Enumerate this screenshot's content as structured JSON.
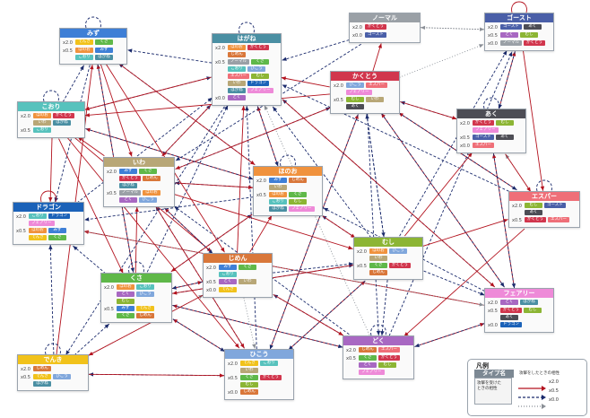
{
  "colors": {
    "strong": "#b3121e",
    "weak": "#1a2a6c",
    "none": "#8a8f96"
  },
  "labels": {
    "x20": "x2.0",
    "x05": "x0.5",
    "x00": "x0.0"
  },
  "types": {
    "mizu": {
      "name": "みず",
      "color": "#3e7fd6"
    },
    "hagane": {
      "name": "はがね",
      "color": "#4a8fa3"
    },
    "normal": {
      "name": "ノーマル",
      "color": "#9aa0a6"
    },
    "ghost": {
      "name": "ゴースト",
      "color": "#4a5fa8"
    },
    "kakutou": {
      "name": "かくとう",
      "color": "#d1364d"
    },
    "aku": {
      "name": "あく",
      "color": "#4d4d55"
    },
    "koori": {
      "name": "こおり",
      "color": "#57c2bd"
    },
    "iwa": {
      "name": "いわ",
      "color": "#b8a777"
    },
    "honoo": {
      "name": "ほのお",
      "color": "#f0923d"
    },
    "esper": {
      "name": "エスパー",
      "color": "#ef6f78"
    },
    "dragon": {
      "name": "ドラゴン",
      "color": "#1b62b8"
    },
    "jimen": {
      "name": "じめん",
      "color": "#d9773a"
    },
    "mushi": {
      "name": "むし",
      "color": "#8cb534"
    },
    "kusa": {
      "name": "くさ",
      "color": "#5fb849"
    },
    "fairy": {
      "name": "フェアリー",
      "color": "#ee8ad8"
    },
    "denki": {
      "name": "でんき",
      "color": "#f1c21b"
    },
    "hikou": {
      "name": "ひこう",
      "color": "#80a7dc"
    },
    "doku": {
      "name": "どく",
      "color": "#a868c2"
    }
  },
  "cards": [
    {
      "id": "mizu",
      "rows": [
        {
          "lab": "x20",
          "chips": [
            "denki",
            "kusa"
          ]
        },
        {
          "lab": "x05",
          "chips": [
            "honoo",
            "mizu",
            "koori",
            "hagane"
          ]
        }
      ]
    },
    {
      "id": "hagane",
      "rows": [
        {
          "lab": "x20",
          "chips": [
            "honoo",
            "kakutou",
            "jimen"
          ]
        },
        {
          "lab": "x05",
          "chips": [
            "normal",
            "kusa",
            "koori",
            "hikou",
            "esper",
            "mushi",
            "iwa",
            "dragon",
            "hagane",
            "fairy"
          ]
        },
        {
          "lab": "x00",
          "chips": [
            "doku"
          ]
        }
      ]
    },
    {
      "id": "normal",
      "rows": [
        {
          "lab": "x20",
          "chips": [
            "kakutou"
          ]
        },
        {
          "lab": "x00",
          "chips": [
            "ghost"
          ]
        }
      ]
    },
    {
      "id": "ghost",
      "rows": [
        {
          "lab": "x20",
          "chips": [
            "ghost",
            "aku"
          ]
        },
        {
          "lab": "x05",
          "chips": [
            "doku",
            "mushi"
          ]
        },
        {
          "lab": "x00",
          "chips": [
            "normal",
            "kakutou"
          ]
        }
      ]
    },
    {
      "id": "kakutou",
      "rows": [
        {
          "lab": "x20",
          "chips": [
            "hikou",
            "esper",
            "fairy"
          ]
        },
        {
          "lab": "x05",
          "chips": [
            "mushi",
            "iwa",
            "aku"
          ]
        }
      ]
    },
    {
      "id": "aku",
      "rows": [
        {
          "lab": "x20",
          "chips": [
            "kakutou",
            "mushi",
            "fairy"
          ]
        },
        {
          "lab": "x05",
          "chips": [
            "ghost",
            "aku"
          ]
        },
        {
          "lab": "x00",
          "chips": [
            "esper"
          ]
        }
      ]
    },
    {
      "id": "koori",
      "rows": [
        {
          "lab": "x20",
          "chips": [
            "honoo",
            "kakutou",
            "iwa",
            "hagane"
          ]
        },
        {
          "lab": "x05",
          "chips": [
            "koori"
          ]
        }
      ]
    },
    {
      "id": "iwa",
      "rows": [
        {
          "lab": "x20",
          "chips": [
            "mizu",
            "kusa",
            "kakutou",
            "jimen",
            "hagane"
          ]
        },
        {
          "lab": "x05",
          "chips": [
            "normal",
            "honoo",
            "doku",
            "hikou"
          ]
        }
      ]
    },
    {
      "id": "honoo",
      "rows": [
        {
          "lab": "x20",
          "chips": [
            "mizu",
            "jimen",
            "iwa"
          ]
        },
        {
          "lab": "x05",
          "chips": [
            "honoo",
            "kusa",
            "koori",
            "mushi",
            "hagane",
            "fairy"
          ]
        }
      ]
    },
    {
      "id": "esper",
      "rows": [
        {
          "lab": "x20",
          "chips": [
            "mushi",
            "ghost",
            "aku"
          ]
        },
        {
          "lab": "x05",
          "chips": [
            "kakutou",
            "esper"
          ]
        }
      ]
    },
    {
      "id": "dragon",
      "rows": [
        {
          "lab": "x20",
          "chips": [
            "koori",
            "dragon",
            "fairy"
          ]
        },
        {
          "lab": "x05",
          "chips": [
            "honoo",
            "mizu",
            "denki",
            "kusa"
          ]
        }
      ]
    },
    {
      "id": "jimen",
      "rows": [
        {
          "lab": "x20",
          "chips": [
            "mizu",
            "kusa",
            "koori"
          ]
        },
        {
          "lab": "x05",
          "chips": [
            "doku",
            "iwa"
          ]
        },
        {
          "lab": "x00",
          "chips": [
            "denki"
          ]
        }
      ]
    },
    {
      "id": "mushi",
      "rows": [
        {
          "lab": "x20",
          "chips": [
            "honoo",
            "hikou",
            "iwa"
          ]
        },
        {
          "lab": "x05",
          "chips": [
            "kusa",
            "kakutou",
            "jimen"
          ]
        }
      ]
    },
    {
      "id": "kusa",
      "rows": [
        {
          "lab": "x20",
          "chips": [
            "honoo",
            "koori",
            "doku",
            "hikou",
            "mushi"
          ]
        },
        {
          "lab": "x05",
          "chips": [
            "mizu",
            "denki",
            "kusa",
            "jimen"
          ]
        }
      ]
    },
    {
      "id": "fairy",
      "rows": [
        {
          "lab": "x20",
          "chips": [
            "doku",
            "hagane"
          ]
        },
        {
          "lab": "x05",
          "chips": [
            "kakutou",
            "mushi",
            "aku"
          ]
        },
        {
          "lab": "x00",
          "chips": [
            "dragon"
          ]
        }
      ]
    },
    {
      "id": "denki",
      "rows": [
        {
          "lab": "x20",
          "chips": [
            "jimen"
          ]
        },
        {
          "lab": "x05",
          "chips": [
            "denki",
            "hikou",
            "hagane"
          ]
        }
      ]
    },
    {
      "id": "hikou",
      "rows": [
        {
          "lab": "x20",
          "chips": [
            "denki",
            "koori",
            "iwa"
          ]
        },
        {
          "lab": "x05",
          "chips": [
            "kusa",
            "kakutou",
            "mushi"
          ]
        },
        {
          "lab": "x00",
          "chips": [
            "jimen"
          ]
        }
      ]
    },
    {
      "id": "doku",
      "rows": [
        {
          "lab": "x20",
          "chips": [
            "jimen",
            "esper"
          ]
        },
        {
          "lab": "x05",
          "chips": [
            "kusa",
            "kakutou",
            "doku",
            "mushi",
            "fairy"
          ]
        }
      ]
    }
  ],
  "legend": {
    "title": "凡例",
    "type_name": "タイプ名",
    "box_text": "攻撃を受けた\nときの相性",
    "attack_text": "攻撃をしたときの相性",
    "x20": "x2.0",
    "x05": "x0.5",
    "x00": "x0.0"
  }
}
